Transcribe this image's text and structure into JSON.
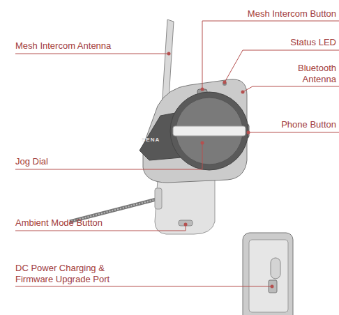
{
  "diagram": {
    "labels": [
      "Mesh Intercom Button",
      "Mesh Intercom Antenna",
      "Status LED",
      "Bluetooth Antenna",
      "Phone Button",
      "SENA",
      "Jog Dial",
      "Ambient Mode Button",
      "DC Power Charging & Firmware Upgrade Port"
    ]
  }
}
